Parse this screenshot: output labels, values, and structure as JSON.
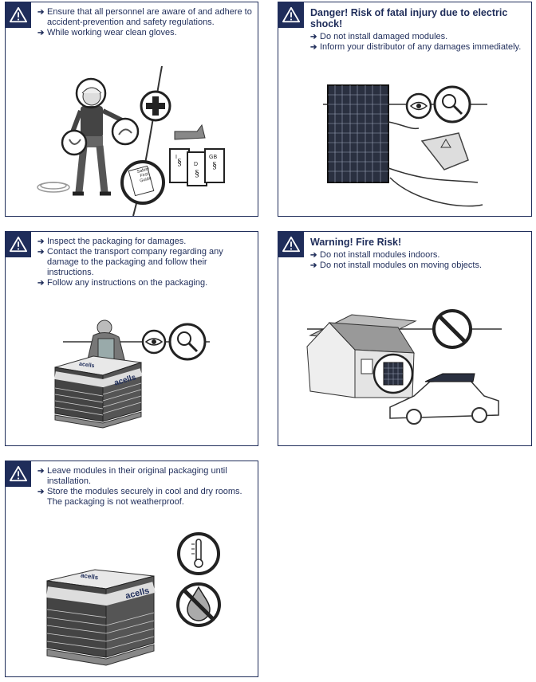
{
  "panels": [
    {
      "heading": "",
      "items": [
        "Ensure that all personnel are aware of and adhere to accident-prevention and safety regulations.",
        "While working wear clean gloves."
      ],
      "guide_label": "Safety First Guide",
      "doc_letters": [
        "I",
        "D",
        "GB"
      ]
    },
    {
      "heading": "Danger! Risk of fatal injury due to electric shock!",
      "items": [
        "Do not install damaged modules.",
        "Inform your distributor of any damages immediately."
      ]
    },
    {
      "heading": "",
      "items": [
        "Inspect the packaging for damages.",
        "Contact the transport company regarding any damage to the packaging and follow their instructions.",
        "Follow any instructions on the packaging."
      ],
      "brand": "acells",
      "box_top_text": "acells"
    },
    {
      "heading": "Warning! Fire Risk!",
      "items": [
        "Do not install modules indoors.",
        "Do not install modules on moving objects."
      ]
    },
    {
      "heading": "",
      "items": [
        "Leave modules in their original packaging until installation.",
        "Store the modules securely in cool and dry rooms. The packaging is not weatherproof."
      ],
      "brand": "acells",
      "box_top_text": "acells"
    }
  ],
  "icons": {
    "warning": "warning-triangle-icon",
    "arrow": "arrow-right-icon",
    "eye": "eye-icon",
    "magnifier": "magnifier-icon",
    "first_aid": "first-aid-cross-icon",
    "prohibited": "prohibited-icon",
    "thermometer": "thermometer-icon",
    "no_water": "no-water-drop-icon"
  },
  "colors": {
    "accent": "#1f2d5a",
    "line": "#333333"
  }
}
